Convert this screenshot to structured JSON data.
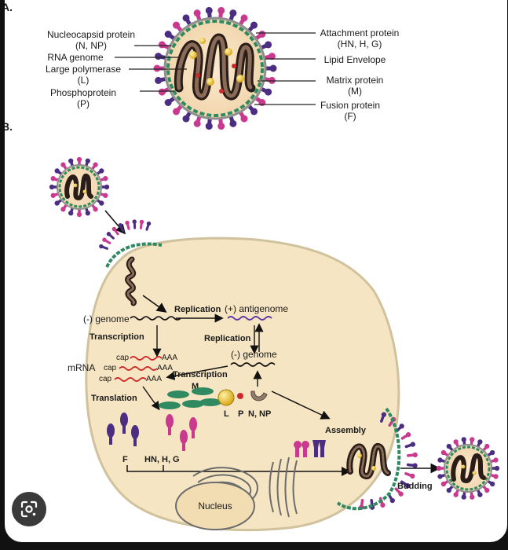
{
  "panels": {
    "a": "A.",
    "b": "B."
  },
  "structure_labels": {
    "nucleocapsid": "Nucleocapsid protein",
    "nucleocapsid_abbr": "(N, NP)",
    "rna_genome": "RNA genome",
    "polymerase": "Large polymerase",
    "polymerase_abbr": "(L)",
    "phosphoprotein": "Phosphoprotein",
    "phosphoprotein_abbr": "(P)",
    "attachment": "Attachment protein",
    "attachment_abbr": "(HN, H, G)",
    "envelope": "Lipid Envelope",
    "matrix": "Matrix protein",
    "matrix_abbr": "(M)",
    "fusion": "Fusion protein",
    "fusion_abbr": "(F)"
  },
  "cycle_labels": {
    "neg_genome": "(-) genome",
    "replication": "Replication",
    "antigenome": "(+) antigenome",
    "transcription": "Transcription",
    "replication2": "Replication",
    "neg_genome2": "(-) genome",
    "mrna": "mRNA",
    "cap": "cap",
    "aaa": "AAA",
    "transcription2": "Transcription",
    "translation": "Translation",
    "m": "M",
    "l": "L",
    "p": "P",
    "n_np": "N, NP",
    "f": "F",
    "hn_h_g": "HN, H, G",
    "nucleus": "Nucleus",
    "assembly": "Assembly",
    "budding": "Budding"
  },
  "icons": {
    "lens": "google-lens-icon"
  },
  "colors": {
    "cell": "#f6e5c2",
    "cell_border": "#cfc29d",
    "spike_purple": "#4b2d82",
    "spike_pink": "#c93a8f",
    "rna_red": "#cc2a2a",
    "matrix_green": "#2f8a62"
  }
}
